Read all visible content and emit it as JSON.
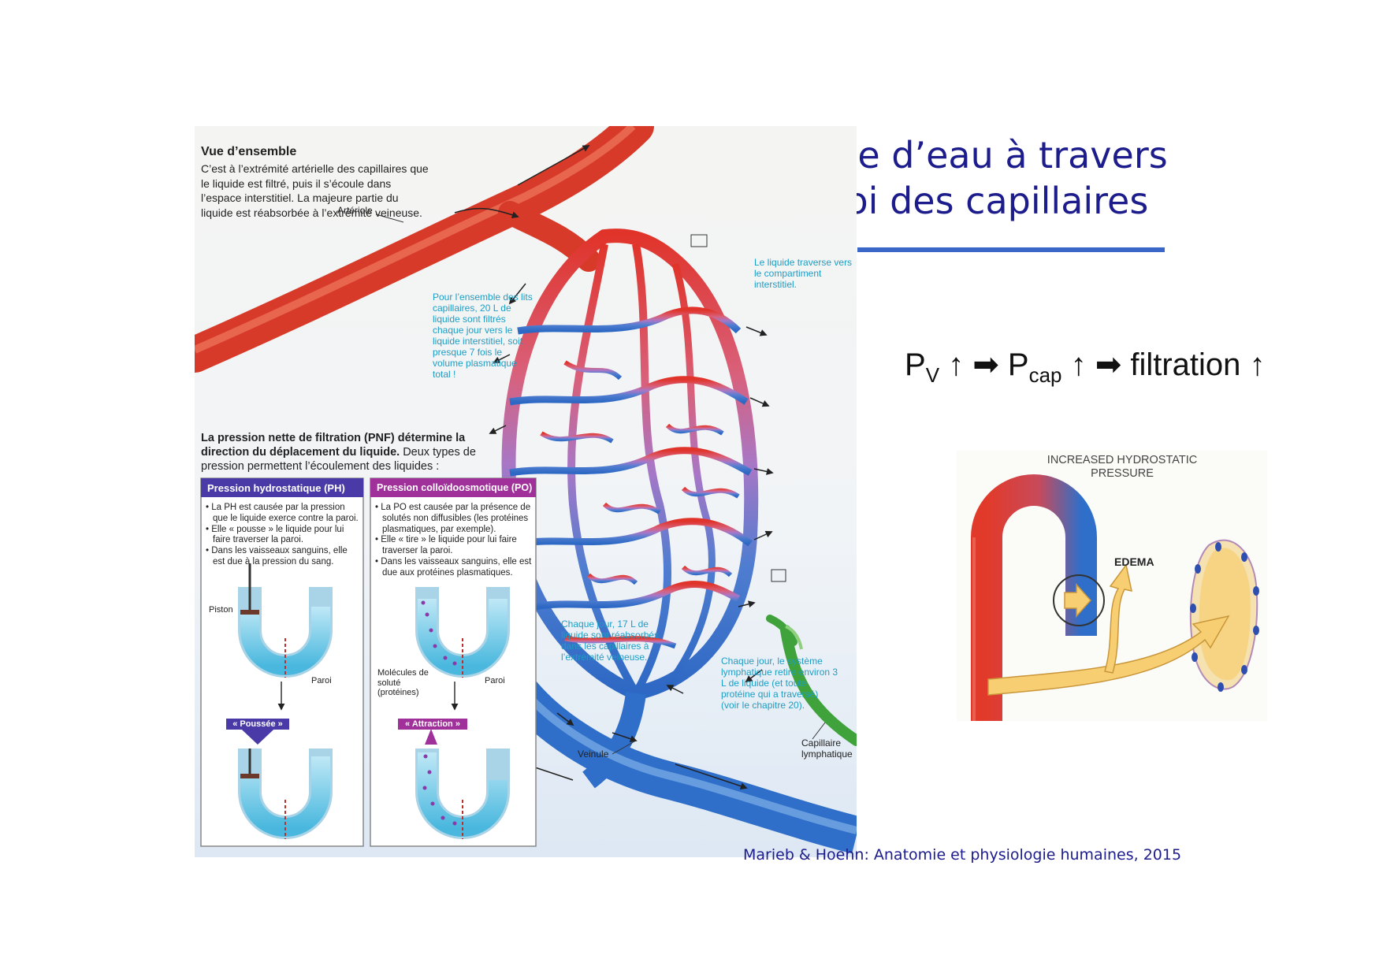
{
  "slide": {
    "title_line1": "Echange d’eau à travers",
    "title_line2": "la paroi des capillaires",
    "formula": {
      "p1": "P",
      "s1": "V",
      "a1": " ↑ ➡ ",
      "p2": "P",
      "s2": "cap",
      "a2": " ↑ ➡ filtration ↑"
    },
    "citation": "Marieb & Hoehn: Anatomie et physiologie humaines, 2015"
  },
  "figure": {
    "overview_heading": "Vue d’ensemble",
    "overview_text": "C’est à l’extrémité artérielle des capillaires que le liquide est filtré, puis il s’écoule dans l’espace interstitiel. La majeure partie du liquide est réabsorbée à l’extrémité veineuse.",
    "label_arteriole": "Artériole",
    "label_veinule": "Veinule",
    "label_capillaire_lymph_1": "Capillaire",
    "label_capillaire_lymph_2": "lymphatique",
    "note_traverse": "Le liquide traverse vers le compartiment interstitiel.",
    "note_filtres": "Pour l’ensemble des lits capillaires, 20 L de liquide sont filtrés chaque jour vers le liquide interstitiel, soit presque 7 fois le volume plasmatique total !",
    "note_reabsorbes": "Chaque jour, 17 L de liquide sont réabsorbés dans les capillaires à l’extrémité veineuse.",
    "note_lymph": "Chaque jour, le système lymphatique retire environ 3 L de liquide (et toute protéine qui a traversé) (voir le chapitre 20).",
    "pnf_bold": "La pression nette de filtration (PNF) détermine la direction du déplacement du liquide.",
    "pnf_rest": " Deux types de pression permettent l’écoulement des liquides :",
    "box_ph": {
      "title": "Pression hydrostatique (PH)",
      "items": [
        "La PH est causée par la pression que le liquide exerce contre la paroi.",
        "Elle « pousse » le liquide pour lui faire traverser la paroi.",
        "Dans les vaisseaux sanguins, elle est due à la pression du sang."
      ],
      "label_piston": "Piston",
      "label_paroi": "Paroi",
      "tag": "« Poussée »"
    },
    "box_po": {
      "title": "Pression colloïdoosmotique (PO)",
      "items": [
        "La PO est causée par la présence de solutés non diffusibles (les protéines plasmatiques, par exemple).",
        "Elle « tire » le liquide pour lui faire traverser la paroi.",
        "Dans les vaisseaux sanguins, elle est due aux protéines plasmatiques."
      ],
      "label_molecules": "Molécules de soluté (protéines)",
      "label_paroi": "Paroi",
      "tag": "« Attraction »"
    }
  },
  "inset": {
    "title": "INCREASED HYDROSTATIC PRESSURE",
    "label_edema": "EDEMA"
  },
  "colors": {
    "title_blue": "#1c1c8c",
    "rule_blue": "#3a66c8",
    "artery_red": "#e23a2a",
    "vein_blue": "#2f6fc9",
    "lymph_green": "#5ab84a",
    "ph_purple": "#4a3aa8",
    "po_magenta": "#a0309a",
    "note_cyan": "#1e9dc4",
    "edema_yellow": "#f7cf72"
  }
}
